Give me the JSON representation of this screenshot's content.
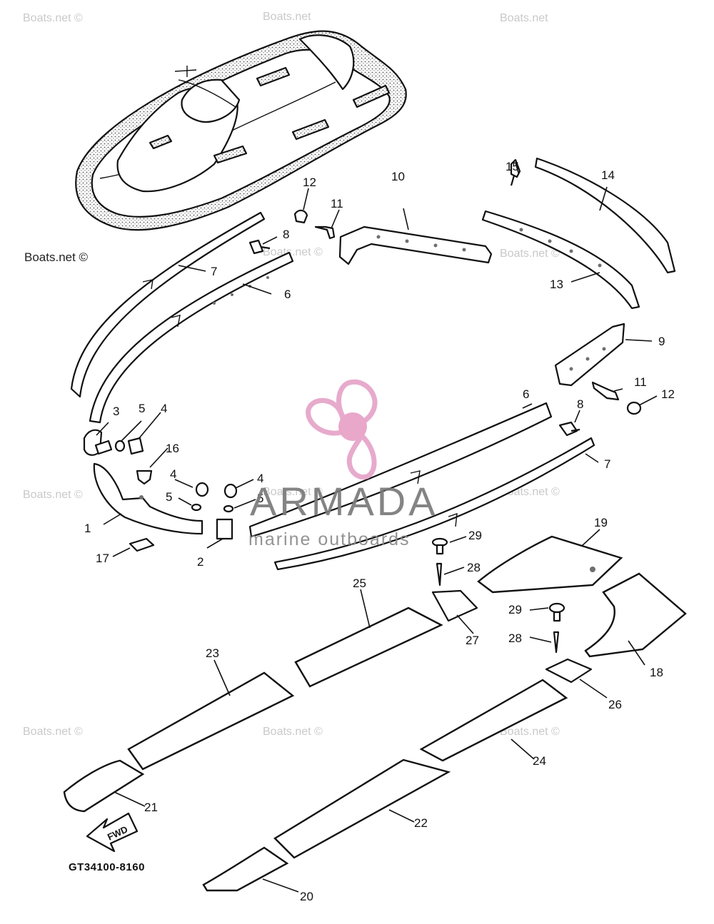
{
  "watermarks": [
    "Boats.net ©",
    "Boats.net",
    "Boats.net"
  ],
  "credit": "Boats.net ©",
  "logo": {
    "brand": "ARMADA",
    "tagline": "marine outboards",
    "colors": {
      "propeller": "#e6a3c8",
      "hub": "#e8a0c6",
      "text": "#7a7a7a"
    }
  },
  "part_labels": [
    "1",
    "2",
    "3",
    "4",
    "5",
    "6",
    "7",
    "8",
    "9",
    "10",
    "11",
    "12",
    "13",
    "14",
    "15",
    "16",
    "17",
    "18",
    "19",
    "20",
    "21",
    "22",
    "23",
    "24",
    "25",
    "26",
    "27",
    "28",
    "29"
  ],
  "direction_label": "FWD",
  "diagram_code": "GT34100-8160"
}
